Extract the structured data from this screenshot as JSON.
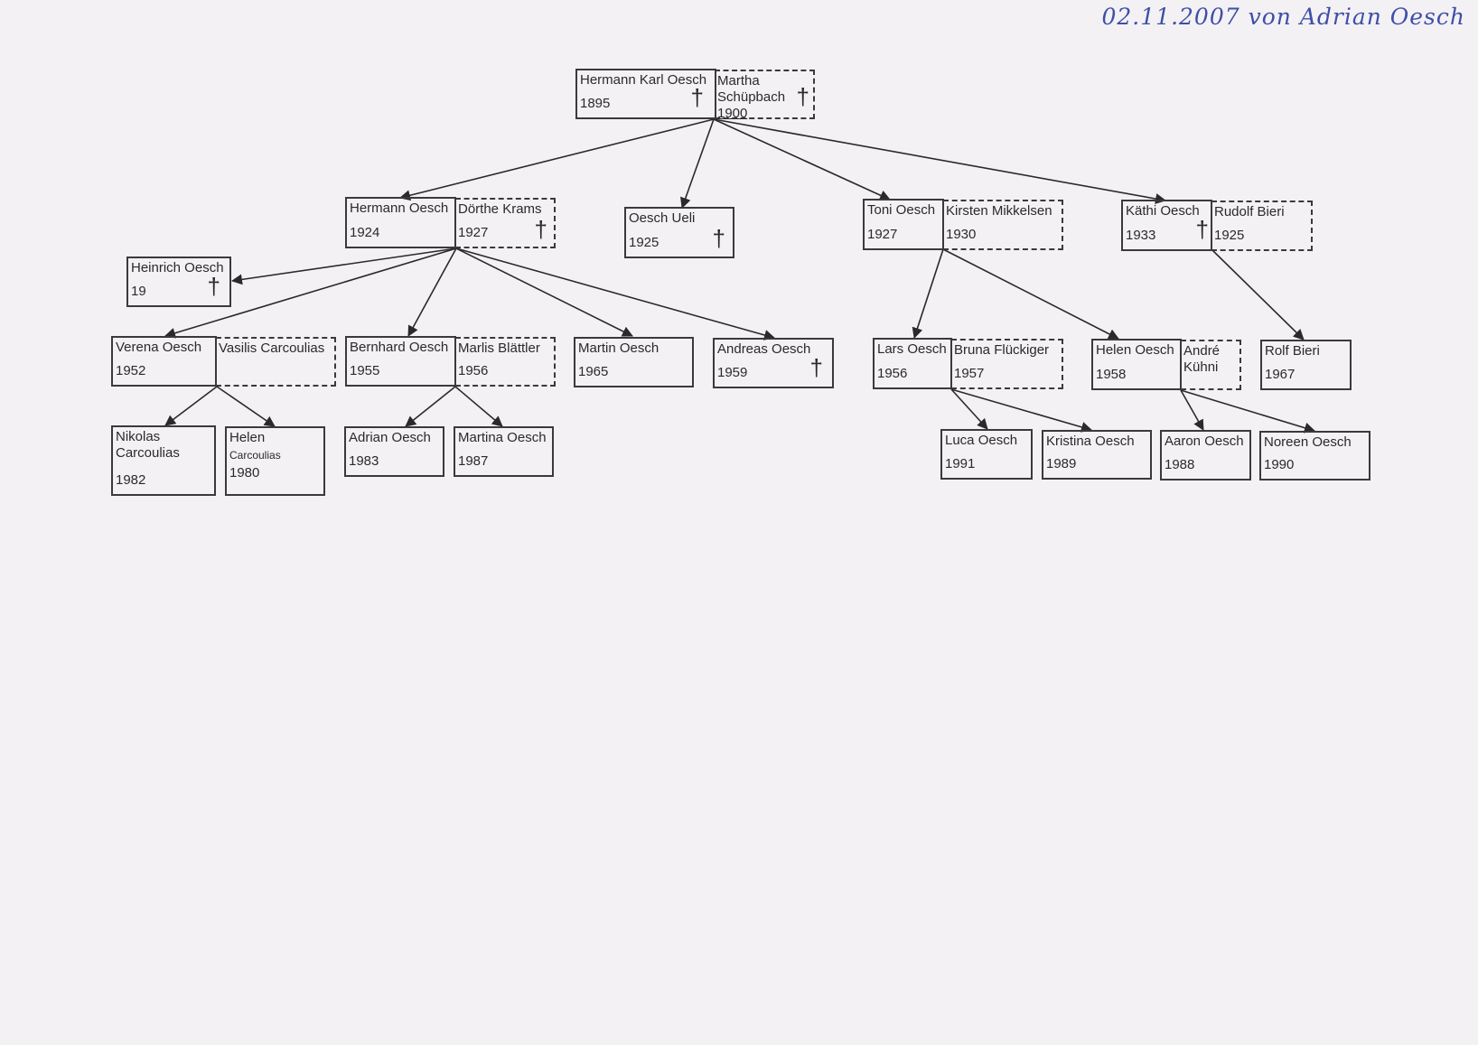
{
  "signature": "02.11.2007 von Adrian Oesch",
  "cross_symbol": "†",
  "people": {
    "hermann_karl": {
      "name": "Hermann Karl Oesch",
      "year": "1895"
    },
    "martha": {
      "name": "Martha",
      "name2": "Schüpbach",
      "year": "1900"
    },
    "hermann": {
      "name": "Hermann Oesch",
      "year": "1924"
    },
    "doerthe": {
      "name": "Dörthe Krams",
      "year": "1927"
    },
    "ueli": {
      "name": "Oesch Ueli",
      "year": "1925"
    },
    "toni": {
      "name": "Toni Oesch",
      "year": "1927"
    },
    "kirsten": {
      "name": "Kirsten Mikkelsen",
      "year": "1930"
    },
    "kaethi": {
      "name": "Käthi Oesch",
      "year": "1933"
    },
    "rudolf": {
      "name": "Rudolf Bieri",
      "year": "1925"
    },
    "heinrich": {
      "name": "Heinrich Oesch",
      "year": "19"
    },
    "verena": {
      "name": "Verena Oesch",
      "year": "1952"
    },
    "vasilis": {
      "name": "Vasilis Carcoulias",
      "year": ""
    },
    "bernhard": {
      "name": "Bernhard Oesch",
      "year": "1955"
    },
    "marlis": {
      "name": "Marlis Blättler",
      "year": "1956"
    },
    "martin": {
      "name": "Martin Oesch",
      "year": "1965"
    },
    "andreas": {
      "name": "Andreas Oesch",
      "year": "1959"
    },
    "lars": {
      "name": "Lars Oesch",
      "year": "1956"
    },
    "bruna": {
      "name": "Bruna Flückiger",
      "year": "1957"
    },
    "helen_o": {
      "name": "Helen Oesch",
      "year": "1958"
    },
    "andre": {
      "name": "André",
      "name2": "Kühni",
      "year": ""
    },
    "rolf": {
      "name": "Rolf Bieri",
      "year": "1967"
    },
    "nikolas": {
      "name": "Nikolas",
      "name2": "Carcoulias",
      "year": "1982"
    },
    "helen_c": {
      "name": "Helen",
      "name2": "Carcoulias",
      "year": "1980"
    },
    "adrian": {
      "name": "Adrian Oesch",
      "year": "1983"
    },
    "martina": {
      "name": "Martina Oesch",
      "year": "1987"
    },
    "luca": {
      "name": "Luca Oesch",
      "year": "1991"
    },
    "kristina": {
      "name": "Kristina Oesch",
      "year": "1989"
    },
    "aaron": {
      "name": "Aaron Oesch",
      "year": "1988"
    },
    "noreen": {
      "name": "Noreen Oesch",
      "year": "1990"
    }
  }
}
